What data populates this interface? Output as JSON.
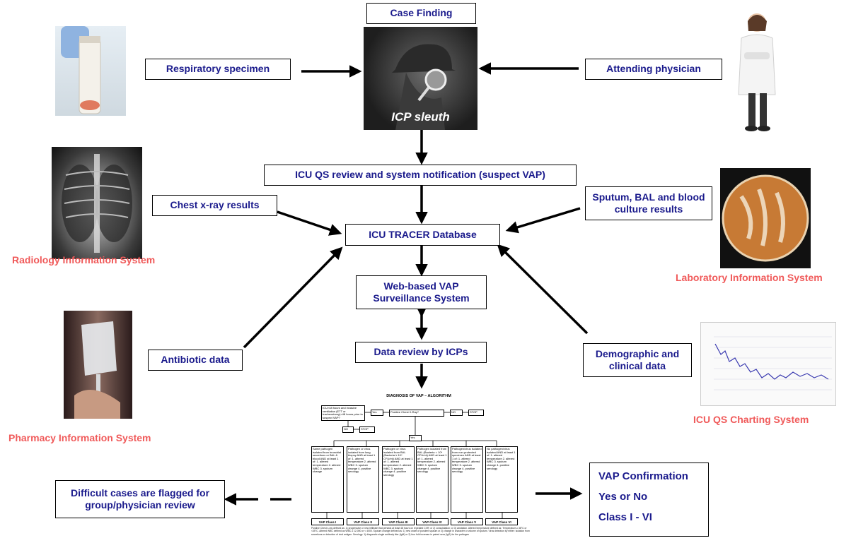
{
  "boxes": {
    "case_finding": "Case Finding",
    "respiratory": "Respiratory specimen",
    "attending": "Attending physician",
    "sleuth": "ICP sleuth",
    "icu_qs": "ICU QS review and system notification (suspect VAP)",
    "chest_xray": "Chest x-ray results",
    "sputum": "Sputum, BAL and blood culture results",
    "tracer": "ICU TRACER  Database",
    "web_vap": "Web-based VAP Surveillance System",
    "data_review": "Data review by ICPs",
    "antibiotic": "Antibiotic data",
    "demographic": "Demographic and clinical data",
    "difficult": "Difficult cases are flagged for group/physician review"
  },
  "systems": {
    "radiology": "Radiology Information System",
    "laboratory": "Laboratory Information System",
    "pharmacy": "Pharmacy Information System",
    "charting": "ICU QS Charting System"
  },
  "final": {
    "line1": "VAP Confirmation",
    "line2": "Yes or No",
    "line3": "Class I - VI"
  },
  "algorithm": {
    "title": "DIAGNOSIS OF VAP – ALGORITHM",
    "start": "ICU>48 hours and invasive ventilation (ETT or tracheostomy)>48 hours prior to suspect VAP?",
    "yes": "Yes",
    "no": "NO",
    "stop": "STOP",
    "cxr": "Positive Chest X-Ray?",
    "criteria": [
      "Same pathogen isolated from bronchial secretions or BAL & blood AND at least 1 of: 1. altered temperature 2. altered WBC 3. sputum change",
      "Pathogen or virus isolated from lung biopsy AND at least 1 of: 1. altered temperature 2. altered WBC 3. sputum change 4. positive serology",
      "Pathogen or virus isolated from BAL (Bacteria ≥ 10⁴ CFU/ml) AND at least 1 of: 1. altered temperature 2. altered WBC 3. sputum change 4. positive serology",
      "Pathogen isolated from BAL (Bacteria < 10⁴ CFU/ml) AND at least 1 of: 1. altered temperature 2. altered WBC 3. sputum change 4. positive serology",
      "Pathogen/virus isolated from non-protected specimen AND at least 1 of: 1. altered temperature 2. altered WBC 3. sputum change 4. positive serology",
      "No pathogen/virus isolated AND at least 1 of: 1. altered temperature 2. altered WBC 3. sputum change 4. positive serology"
    ],
    "classes": [
      "VAP Class I",
      "VAP Class II",
      "VAP Class III",
      "VAP Class IV",
      "VAP Class V",
      "VAP Class VI"
    ],
    "notes": "Positive Chest x-ray defined as: 1) progressive or new infiltrate that persists at least 48 hours on repeated CXR; or 2) consolidation; or 3) cavitation. Altered temperature defined as: Temperature ≥ 38°C or <35°C.  Altered WBC defined as WBC ≥ 12,000 or < 4000. Sputum change defined as: 1) new onset of purulent sputum or 2) change in character or volume of sputum. Virus detection by either: isolation from secretions or detection of viral antigen. Serology: 1) diagnostic single antibody titer (IgM) or 2) four fold increase in paired sera (IgG) for the pathogen"
  },
  "colors": {
    "box_text": "#1a1a8c",
    "system_text": "#f05a5a"
  },
  "icons": [
    "specimen-tube-photo",
    "sleuth-magnifier-photo",
    "physician-photo",
    "chest-xray-photo",
    "culture-plate-photo",
    "iv-bag-photo",
    "temperature-chart-photo"
  ]
}
